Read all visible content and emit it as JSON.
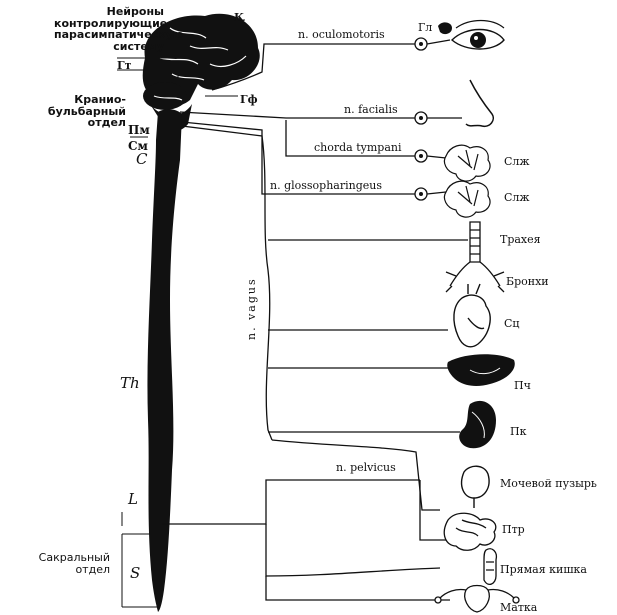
{
  "diagram": {
    "header": "Нейроны\nконтролирующие\nпарасимпатическую\nсистему",
    "cranio_label": "Кранио-\nбульбарный\nотдел",
    "sacral_label": "Сакральный\nотдел",
    "brain_marks": {
      "k": "К",
      "gt": "Гт",
      "gf": "Гф",
      "pm": "Пм",
      "sm": "См"
    },
    "segments": {
      "c": "C",
      "th": "Th",
      "l": "L",
      "s": "S"
    },
    "nerves": {
      "oculomotor": "n. oculomotoris",
      "facial": "n. facialis",
      "chorda": "chorda tympani",
      "glosso": "n. glossopharingeus",
      "vagus": "n. vagus",
      "pelvic": "n. pelvicus"
    },
    "organs": {
      "gl": "Гл",
      "slzh1": "Слж",
      "slzh2": "Слж",
      "trachea": "Трахея",
      "bronchi": "Бронхи",
      "heart": "Сц",
      "liver": "Пч",
      "stomach": "Пк",
      "bladder": "Мочевой пузырь",
      "intestine": "Птр",
      "rectum": "Прямая кишка",
      "uterus": "Матка"
    }
  }
}
